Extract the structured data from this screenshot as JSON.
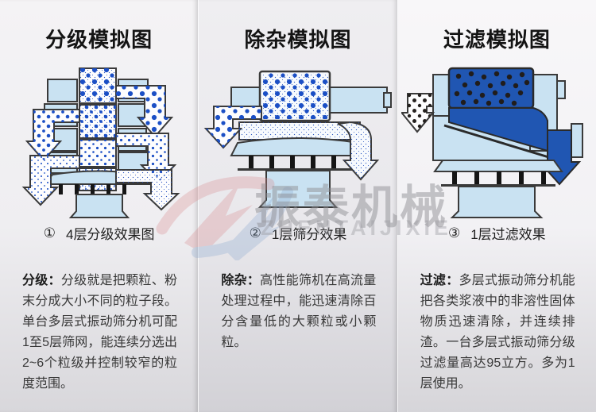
{
  "columns": [
    {
      "title": "分级模拟图",
      "caption_num": "①",
      "caption": "4层分级效果图",
      "term": "分级：",
      "desc": "分级就是把颗粒、粉末分成大小不同的粒子段。单台多层式振动筛分机可配1至5层筛网，能连续分选出2~6个粒级并控制较窄的粒度范围。"
    },
    {
      "title": "除杂模拟图",
      "caption_num": "②",
      "caption": "1层筛分效果",
      "term": "除杂：",
      "desc": "高性能筛机在高流量处理过程中，能迅速清除百分含量低的大颗粒或小颗粒。"
    },
    {
      "title": "过滤模拟图",
      "caption_num": "③",
      "caption": "1层过滤效果",
      "term": "过滤：",
      "desc": "多层式振动筛分机能把各类浆液中的非溶性固体物质迅速清除，并连续排渣。一台多层式振动筛分级过滤量高达95立方。多为1层使用。"
    }
  ],
  "watermark": {
    "brand": "振泰机械",
    "brand_latin": "ZHENTAIJIXIE"
  },
  "colors": {
    "particle_blue": "#1b4fc5",
    "machine_light_blue": "#c9e2f2",
    "liquid_dark_blue": "#2056b2",
    "outline": "#3a3a3a"
  }
}
